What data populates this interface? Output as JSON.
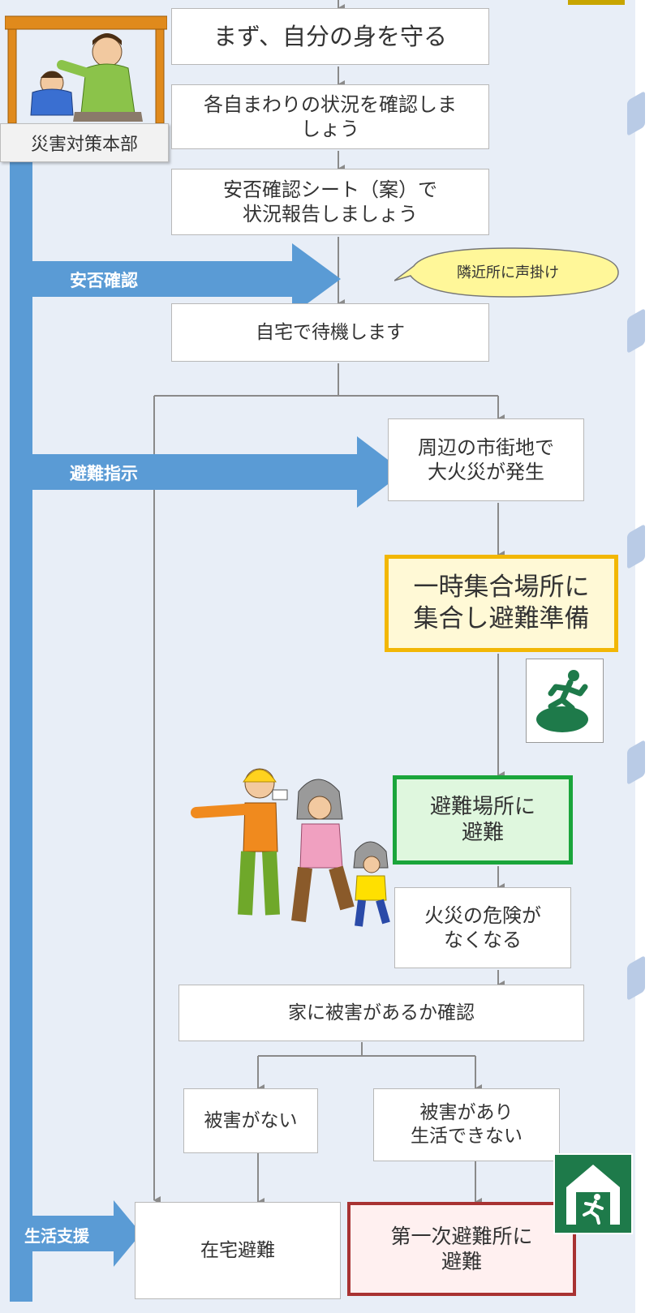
{
  "header": {
    "hq_label": "災害対策本部"
  },
  "boxes": {
    "protect_self": "まず、自分の身を守る",
    "check_surroundings": "各自まわりの状況を確認しま\nしょう",
    "report_status": "安否確認シート（案）で\n状況報告しましょう",
    "wait_home": "自宅で待機します",
    "fire_outbreak": "周辺の市街地で\n大火災が発生",
    "assemble": "一時集合場所に\n集合し避難準備",
    "evacuate_site": "避難場所に\n避難",
    "fire_danger_gone": "火災の危険が\nなくなる",
    "check_house": "家に被害があるか確認",
    "no_damage": "被害がない",
    "damage_cannot_live": "被害があり\n生活できない",
    "stay_home": "在宅避難",
    "first_shelter": "第一次避難所に\n避難"
  },
  "callout": {
    "neighbors": "隣近所に声掛け"
  },
  "arrows": {
    "safety_check": "安否確認",
    "evac_instruction": "避難指示",
    "life_support": "生活支援"
  },
  "icons": {
    "hq_illustration": "people-under-desk-icon",
    "evac_site_sign": "running-person-exit-icon",
    "shelter_sign": "shelter-exit-icon",
    "family": "evacuating-family-icon"
  },
  "colors": {
    "arrow_blue": "#5a9bd5",
    "yellow_border": "#f2b705",
    "green_border": "#1aa53b",
    "red_border": "#a83232",
    "sign_green": "#1e7a4a"
  }
}
